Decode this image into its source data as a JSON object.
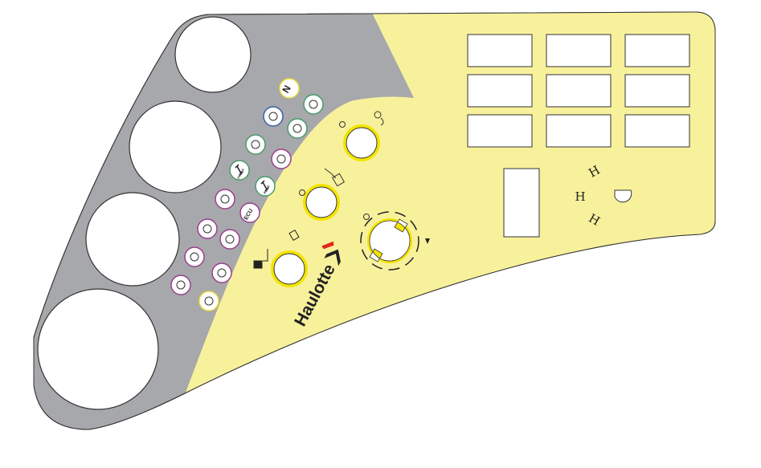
{
  "colors": {
    "gray": "#a7a8ab",
    "yellow": "#f8f19c",
    "ring": "#f3e400",
    "green": "#4a9a6a",
    "purple": "#9b3f8e",
    "blue": "#3a5fa8",
    "logo_red": "#e3261c"
  },
  "brand": {
    "logo_text": "Haulotte"
  },
  "indicators": [
    {
      "icon": "neutral-icon",
      "text": "N",
      "border": "#e8dd3a"
    },
    {
      "icon": "machine-icon",
      "text": "",
      "border": "#4a9a6a"
    },
    {
      "icon": "headlight-icon",
      "text": "",
      "border": "#3a5fa8"
    },
    {
      "icon": "work-light-icon",
      "text": "",
      "border": "#4a9a6a"
    },
    {
      "icon": "extend-arrows-icon",
      "text": "",
      "border": "#4a9a6a"
    },
    {
      "icon": "tilt-alarm-icon",
      "text": "",
      "border": "#9b3f8e"
    },
    {
      "icon": "front-axle-icon",
      "text": "FRONT",
      "border": "#4a9a6a"
    },
    {
      "icon": "rear-axle-icon",
      "text": "REAR",
      "border": "#4a9a6a"
    },
    {
      "icon": "overload-icon",
      "text": "",
      "border": "#9b3f8e"
    },
    {
      "icon": "ecu-icon",
      "text": "ECU",
      "border": "#9b3f8e"
    },
    {
      "icon": "brake-icon",
      "text": "",
      "border": "#9b3f8e"
    },
    {
      "icon": "circle-warning-icon",
      "text": "",
      "border": "#9b3f8e"
    },
    {
      "icon": "oil-pressure-icon",
      "text": "",
      "border": "#9b3f8e"
    },
    {
      "icon": "filter-icon",
      "text": "",
      "border": "#9b3f8e"
    },
    {
      "icon": "battery-icon",
      "text": "",
      "border": "#9b3f8e"
    },
    {
      "icon": "engine-icon",
      "text": "",
      "border": "#e8dd3a"
    }
  ],
  "controls": {
    "range_marks": [
      "H",
      "H",
      "H"
    ]
  }
}
